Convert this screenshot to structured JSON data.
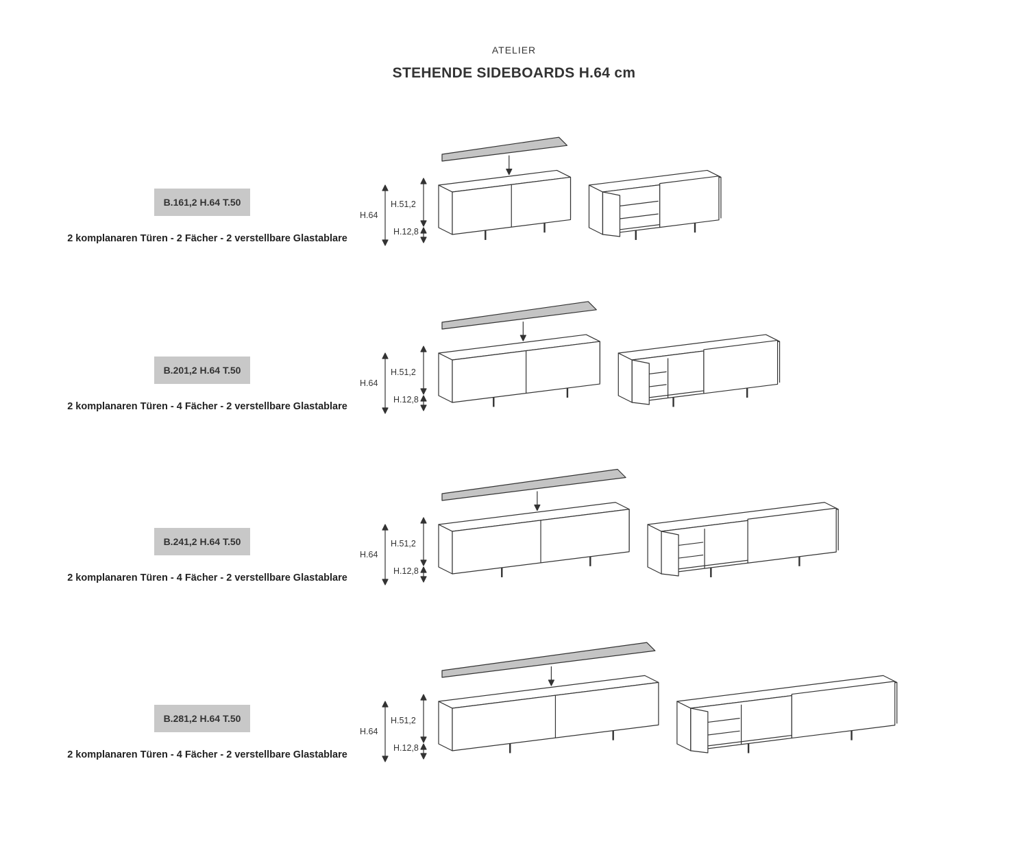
{
  "header": {
    "brand": "ATELIER",
    "title": "STEHENDE SIDEBOARDS H.64 cm"
  },
  "dimension_labels": {
    "total": "H.64",
    "body": "H.51,2",
    "base": "H.12,8"
  },
  "rows": [
    {
      "size": "B.161,2 H.64 T.50",
      "description": "2 komplanaren Türen - 2 Fächer - 2 verstellbare Glastablare",
      "width_cm": 161.2,
      "compartments": 2
    },
    {
      "size": "B.201,2 H.64 T.50",
      "description": "2 komplanaren Türen - 4 Fächer - 2 verstellbare Glastablare",
      "width_cm": 201.2,
      "compartments": 4
    },
    {
      "size": "B.241,2 H.64 T.50",
      "description": "2 komplanaren Türen - 4 Fächer - 2 verstellbare Glastablare",
      "width_cm": 241.2,
      "compartments": 4
    },
    {
      "size": "B.281,2 H.64 T.50",
      "description": "2 komplanaren Türen - 4 Fächer - 2 verstellbare Glastablare",
      "width_cm": 281.2,
      "compartments": 4
    }
  ]
}
